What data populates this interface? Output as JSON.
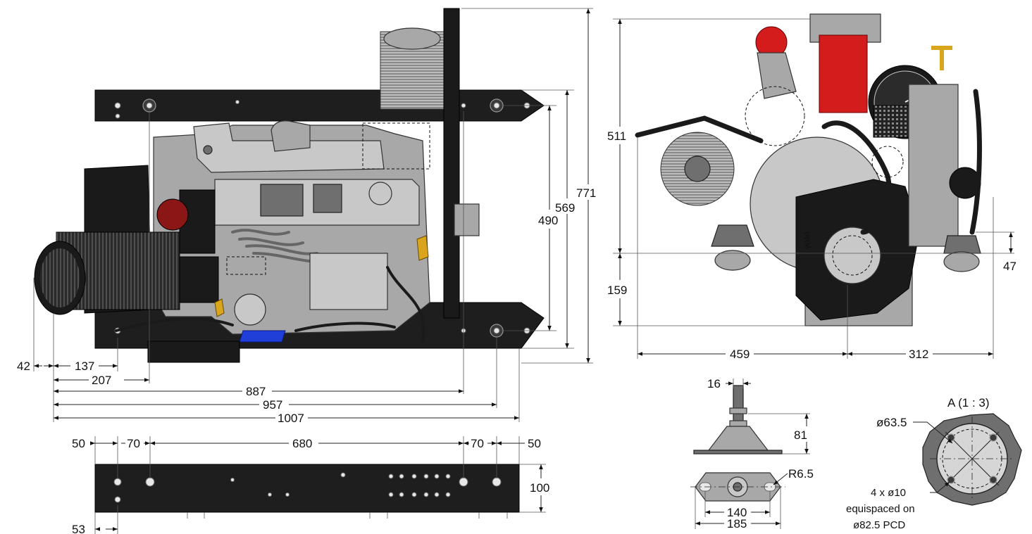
{
  "colors": {
    "frame": "#1e1e1e",
    "metal": "#a8a8a8",
    "filter_red": "#d41c1c",
    "coolant_blue": "#1f3fd8",
    "yellow_fitting": "#d9a51c"
  },
  "side_view": {
    "dims": {
      "d42": "42",
      "d137": "137",
      "d207": "207",
      "d887": "887",
      "d957": "957",
      "d1007": "1007",
      "d490": "490",
      "d569": "569",
      "d771": "771"
    }
  },
  "front_view": {
    "dims": {
      "d511": "511",
      "d159": "159",
      "d47": "47",
      "d459": "459",
      "d312": "312"
    },
    "pulley_label": "PRM"
  },
  "rail_view": {
    "dims": {
      "d50_left": "50",
      "d70_left": "70",
      "d680": "680",
      "d70_right": "70",
      "d50_right": "50",
      "d100": "100",
      "d53": "53"
    }
  },
  "mount_view": {
    "dims": {
      "d16": "16",
      "d81": "81",
      "r65": "R6.5",
      "d140": "140",
      "d185": "185"
    }
  },
  "detail_a": {
    "title": "A (1 : 3)",
    "dia_label": "ø63.5",
    "note_line1": "4 x ø10",
    "note_line2": "equispaced on",
    "note_line3": "ø82.5 PCD"
  }
}
